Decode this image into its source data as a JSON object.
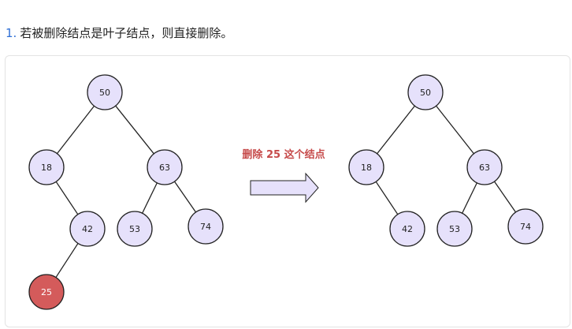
{
  "step": {
    "number": "1.",
    "text": "若被删除结点是叶子结点，则直接删除。"
  },
  "operation_label": "删除 25 这个结点",
  "colors": {
    "node_fill": "#e6e1fb",
    "node_stroke": "#222222",
    "highlight_fill": "#d45b5b",
    "arrow_fill": "#e6e1fb",
    "label_color": "#c64a4a",
    "step_number_color": "#2f6fd6"
  },
  "before_tree": {
    "nodes": [
      {
        "id": "n50",
        "label": "50",
        "highlight": false
      },
      {
        "id": "n18",
        "label": "18",
        "highlight": false
      },
      {
        "id": "n63",
        "label": "63",
        "highlight": false
      },
      {
        "id": "n42",
        "label": "42",
        "highlight": false
      },
      {
        "id": "n53",
        "label": "53",
        "highlight": false
      },
      {
        "id": "n74",
        "label": "74",
        "highlight": false
      },
      {
        "id": "n25",
        "label": "25",
        "highlight": true
      }
    ],
    "edges": [
      [
        "n50",
        "n18"
      ],
      [
        "n50",
        "n63"
      ],
      [
        "n18",
        "n42"
      ],
      [
        "n63",
        "n53"
      ],
      [
        "n63",
        "n74"
      ],
      [
        "n42",
        "n25"
      ]
    ]
  },
  "after_tree": {
    "nodes": [
      {
        "id": "m50",
        "label": "50",
        "highlight": false
      },
      {
        "id": "m18",
        "label": "18",
        "highlight": false
      },
      {
        "id": "m63",
        "label": "63",
        "highlight": false
      },
      {
        "id": "m42",
        "label": "42",
        "highlight": false
      },
      {
        "id": "m53",
        "label": "53",
        "highlight": false
      },
      {
        "id": "m74",
        "label": "74",
        "highlight": false
      }
    ],
    "edges": [
      [
        "m50",
        "m18"
      ],
      [
        "m50",
        "m63"
      ],
      [
        "m18",
        "m42"
      ],
      [
        "m63",
        "m53"
      ],
      [
        "m63",
        "m74"
      ]
    ]
  }
}
